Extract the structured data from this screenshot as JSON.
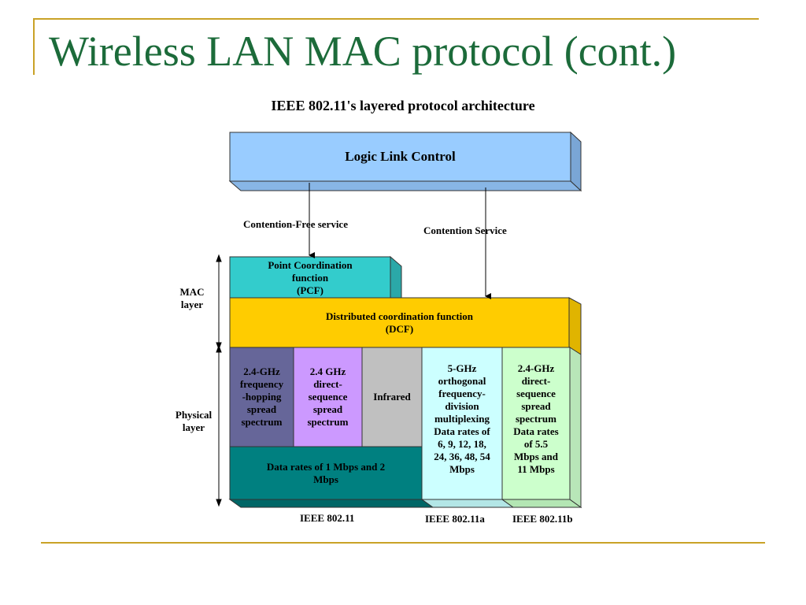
{
  "slide": {
    "title": "Wireless LAN MAC protocol (cont.)"
  },
  "diagram": {
    "heading": "IEEE 802.11's layered protocol architecture",
    "llc": "Logic Link Control",
    "contention_free": "Contention-Free service",
    "contention": "Contention Service",
    "pcf": "Point Coordination\nfunction\n(PCF)",
    "dcf": "Distributed coordination function\n(DCF)",
    "mac_layer": "MAC\nlayer",
    "physical_layer": "Physical\nlayer",
    "fhss": "2.4-GHz\nfrequency\n-hopping\nspread\nspectrum",
    "dsss": "2.4 GHz\ndirect-\nsequence\nspread\nspectrum",
    "infrared": "Infrared",
    "ofdm": "5-GHz\northogonal\nfrequency-\ndivision\nmultiplexing\nData rates of\n6, 9, 12, 18,\n24, 36, 48, 54\nMbps",
    "dsss_b": "2.4-GHz\ndirect-\nsequence\nspread\nspectrum\nData rates\nof 5.5\nMbps and\n11 Mbps",
    "data_rates": "Data rates of 1 Mbps and 2\nMbps",
    "ieee_80211": "IEEE 802.11",
    "ieee_80211a": "IEEE 802.11a",
    "ieee_80211b": "IEEE 802.11b"
  },
  "colors": {
    "title": "#1c6b3a",
    "rule": "#c9a227",
    "llc": "#99ccff",
    "pcf": "#33cccc",
    "dcf": "#ffcc00",
    "fhss": "#666699",
    "dsss": "#cc99ff",
    "infrared": "#c0c0c0",
    "data_rates": "#008080",
    "ofdm": "#ccffff",
    "dsss_b": "#ccffcc"
  }
}
